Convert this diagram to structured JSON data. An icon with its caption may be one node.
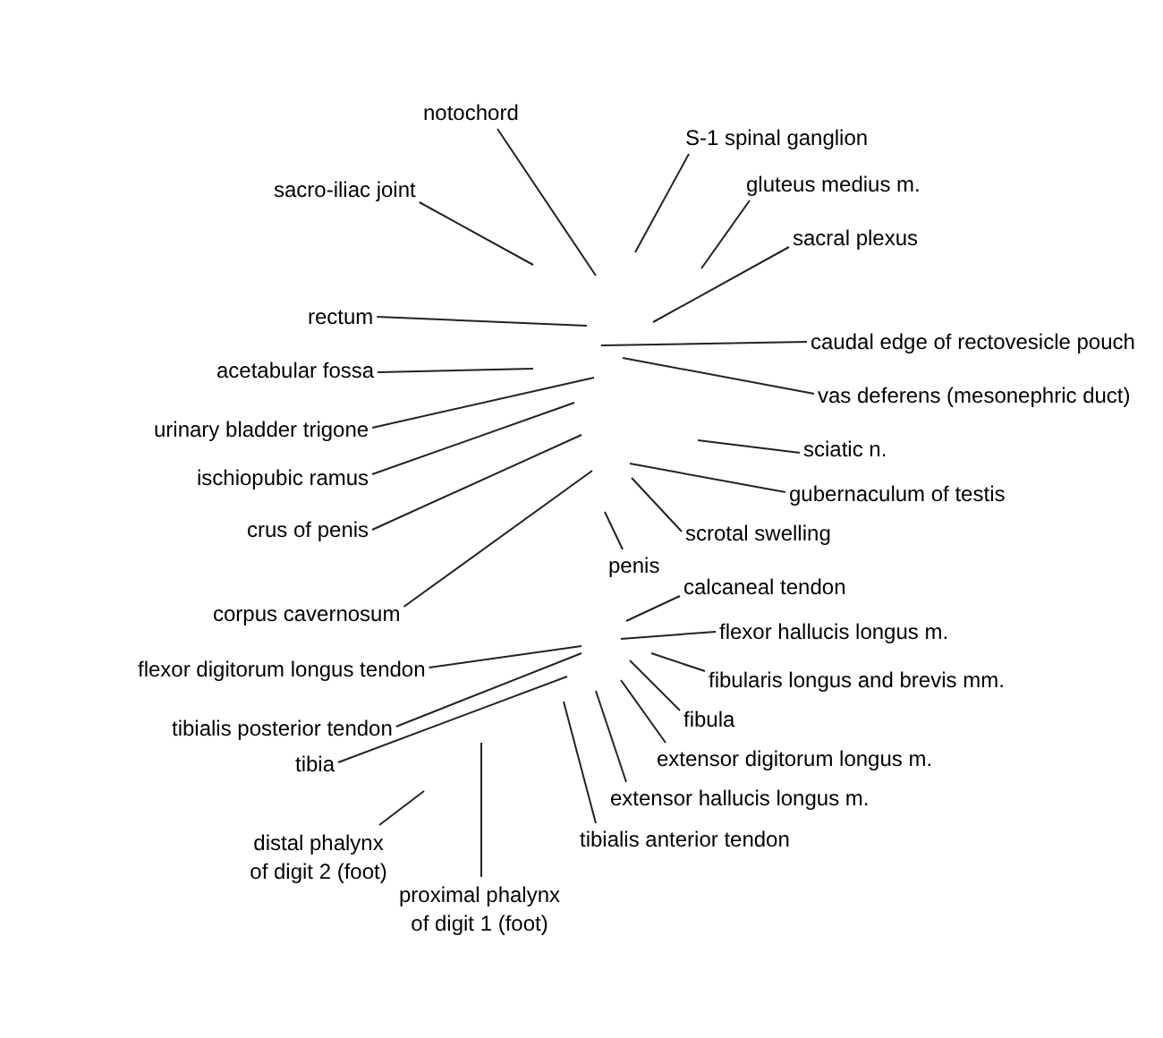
{
  "diagram": {
    "nodes": [
      {
        "text": [
          "notochord"
        ]
      },
      {
        "text": [
          "S-1 spinal ganglion"
        ]
      },
      {
        "text": [
          "gluteus medius m."
        ]
      },
      {
        "text": [
          "sacro-iliac joint"
        ]
      },
      {
        "text": [
          "sacral plexus"
        ]
      },
      {
        "text": [
          "rectum"
        ]
      },
      {
        "text": [
          "caudal edge of rectovesicle pouch"
        ]
      },
      {
        "text": [
          "acetabular fossa"
        ]
      },
      {
        "text": [
          "vas deferens (mesonephric duct)"
        ]
      },
      {
        "text": [
          "urinary bladder trigone"
        ]
      },
      {
        "text": [
          "sciatic n."
        ]
      },
      {
        "text": [
          "ischiopubic ramus"
        ]
      },
      {
        "text": [
          "gubernaculum of testis"
        ]
      },
      {
        "text": [
          "crus of penis"
        ]
      },
      {
        "text": [
          "scrotal swelling"
        ]
      },
      {
        "text": [
          "penis"
        ]
      },
      {
        "text": [
          "calcaneal tendon"
        ]
      },
      {
        "text": [
          "corpus cavernosum"
        ]
      },
      {
        "text": [
          "flexor hallucis longus m."
        ]
      },
      {
        "text": [
          "flexor digitorum longus tendon"
        ]
      },
      {
        "text": [
          "fibularis longus and brevis mm."
        ]
      },
      {
        "text": [
          "fibula"
        ]
      },
      {
        "text": [
          "tibialis posterior tendon"
        ]
      },
      {
        "text": [
          "extensor digitorum longus m."
        ]
      },
      {
        "text": [
          "tibia"
        ]
      },
      {
        "text": [
          "extensor hallucis longus m."
        ]
      },
      {
        "text": [
          "tibialis anterior tendon"
        ]
      },
      {
        "text": [
          "distal phalynx of digit 2 (foot)"
        ]
      },
      {
        "text": [
          "proximal phalynx of digit 1 (foot)"
        ]
      }
    ],
    "edges": [
      {
        "from": 0,
        "to": null,
        "arrow": "none"
      },
      {
        "from": 1,
        "to": null,
        "arrow": "none"
      },
      {
        "from": 2,
        "to": null,
        "arrow": "none"
      },
      {
        "from": 3,
        "to": null,
        "arrow": "none"
      },
      {
        "from": 4,
        "to": null,
        "arrow": "none"
      },
      {
        "from": 5,
        "to": null,
        "arrow": "none"
      },
      {
        "from": 6,
        "to": null,
        "arrow": "none"
      },
      {
        "from": 7,
        "to": null,
        "arrow": "none"
      },
      {
        "from": 8,
        "to": null,
        "arrow": "none"
      },
      {
        "from": 9,
        "to": null,
        "arrow": "none"
      },
      {
        "from": 10,
        "to": null,
        "arrow": "none"
      },
      {
        "from": 11,
        "to": null,
        "arrow": "none"
      },
      {
        "from": 12,
        "to": null,
        "arrow": "none"
      },
      {
        "from": 13,
        "to": null,
        "arrow": "none"
      },
      {
        "from": 14,
        "to": null,
        "arrow": "none"
      },
      {
        "from": 15,
        "to": null,
        "arrow": "none"
      },
      {
        "from": 16,
        "to": null,
        "arrow": "none"
      },
      {
        "from": 17,
        "to": null,
        "arrow": "none"
      },
      {
        "from": 18,
        "to": null,
        "arrow": "none"
      },
      {
        "from": 19,
        "to": null,
        "arrow": "none"
      },
      {
        "from": 20,
        "to": null,
        "arrow": "none"
      },
      {
        "from": 21,
        "to": null,
        "arrow": "none"
      },
      {
        "from": 22,
        "to": null,
        "arrow": "none"
      },
      {
        "from": 23,
        "to": null,
        "arrow": "none"
      },
      {
        "from": 24,
        "to": null,
        "arrow": "none"
      },
      {
        "from": 25,
        "to": null,
        "arrow": "none"
      },
      {
        "from": 26,
        "to": null,
        "arrow": "none"
      },
      {
        "from": 27,
        "to": null,
        "arrow": "none"
      },
      {
        "from": 28,
        "to": null,
        "arrow": "none"
      }
    ]
  }
}
